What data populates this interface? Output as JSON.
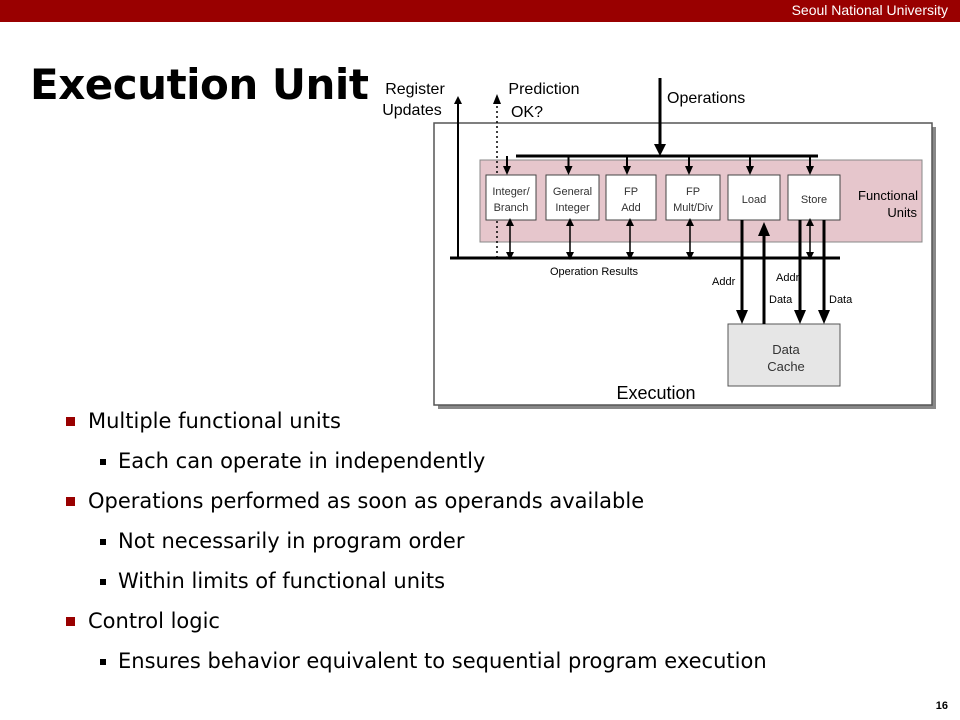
{
  "header": {
    "university": "Seoul National University"
  },
  "slide": {
    "title": "Execution Unit",
    "page_number": "16"
  },
  "diagram": {
    "register_updates_1": "Register",
    "register_updates_2": "Updates",
    "prediction_1": "Prediction",
    "prediction_2": "OK?",
    "operations": "Operations",
    "units": [
      {
        "line1": "Integer/",
        "line2": "Branch"
      },
      {
        "line1": "General",
        "line2": "Integer"
      },
      {
        "line1": "FP",
        "line2": "Add"
      },
      {
        "line1": "FP",
        "line2": "Mult/Div"
      },
      {
        "line1": "Load",
        "line2": ""
      },
      {
        "line1": "Store",
        "line2": ""
      }
    ],
    "functional_units_1": "Functional",
    "functional_units_2": "Units",
    "operation_results": "Operation Results",
    "addr_load": "Addr",
    "addr_store": "Addr",
    "data_load": "Data",
    "data_store": "Data",
    "data_cache_1": "Data",
    "data_cache_2": "Cache",
    "execution": "Execution",
    "colors": {
      "functional_fill": "#e6c6cc",
      "cache_fill": "#e6e6e6",
      "accent": "#990000"
    }
  },
  "bullets": [
    {
      "level": 1,
      "text": "Multiple functional units"
    },
    {
      "level": 2,
      "text": "Each can operate in independently"
    },
    {
      "level": 1,
      "text": "Operations performed as soon as operands available"
    },
    {
      "level": 2,
      "text": "Not necessarily in program order"
    },
    {
      "level": 2,
      "text": "Within limits of functional units"
    },
    {
      "level": 1,
      "text": "Control logic"
    },
    {
      "level": 2,
      "text": "Ensures behavior equivalent to sequential program execution"
    }
  ]
}
